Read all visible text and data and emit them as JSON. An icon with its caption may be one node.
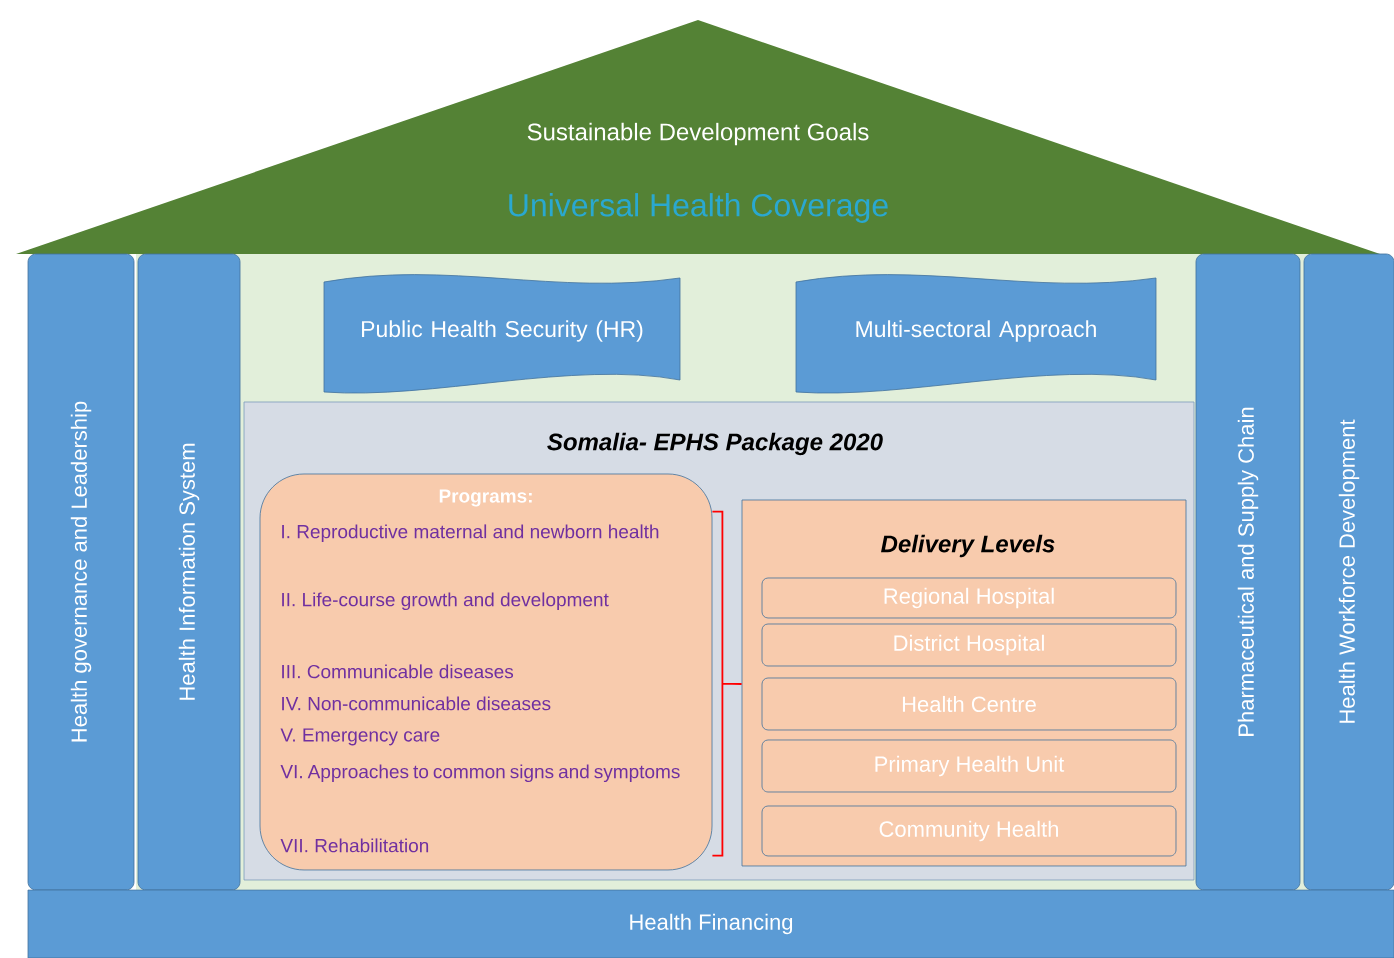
{
  "diagram": {
    "nodes": [
      {
        "text": [
          "Sustainable Development Goals",
          "Universal Health Coverage"
        ]
      },
      {
        "text": [
          "Health governance and Leadership"
        ]
      },
      {
        "text": [
          "Health Information System"
        ]
      },
      {
        "text": [
          "Pharmaceutical and Supply Chain"
        ]
      },
      {
        "text": [
          "Health Workforce Development"
        ]
      },
      {
        "text": [
          "Health Financing"
        ]
      },
      {
        "text": [
          "Public Health Security (HR)"
        ]
      },
      {
        "text": [
          "Multi-sectoral Approach"
        ]
      },
      {
        "text": [
          "Somalia- EPHS Package 2020"
        ]
      },
      {
        "text": [
          "Programs:",
          "I. Reproductive maternal and newborn health",
          "II. Life-course growth and development",
          "III. Communicable diseases",
          "IV. Non-communicable diseases",
          "V. Emergency care",
          "VI. Approaches to common signs and symptoms",
          "VII. Rehabilitation"
        ],
        "in": 8
      },
      {
        "text": [
          "Delivery Levels"
        ],
        "in": 8
      },
      {
        "text": [
          "Regional Hospital"
        ],
        "in": 10
      },
      {
        "text": [
          "District Hospital"
        ],
        "in": 10
      },
      {
        "text": [
          "Health Centre"
        ],
        "in": 10
      },
      {
        "text": [
          "Primary Health Unit"
        ],
        "in": 10
      },
      {
        "text": [
          "Community Health"
        ],
        "in": 10
      }
    ],
    "edges": [
      {
        "from": 9,
        "to": 10,
        "arrow": "none",
        "color": "#ff0000"
      }
    ]
  }
}
